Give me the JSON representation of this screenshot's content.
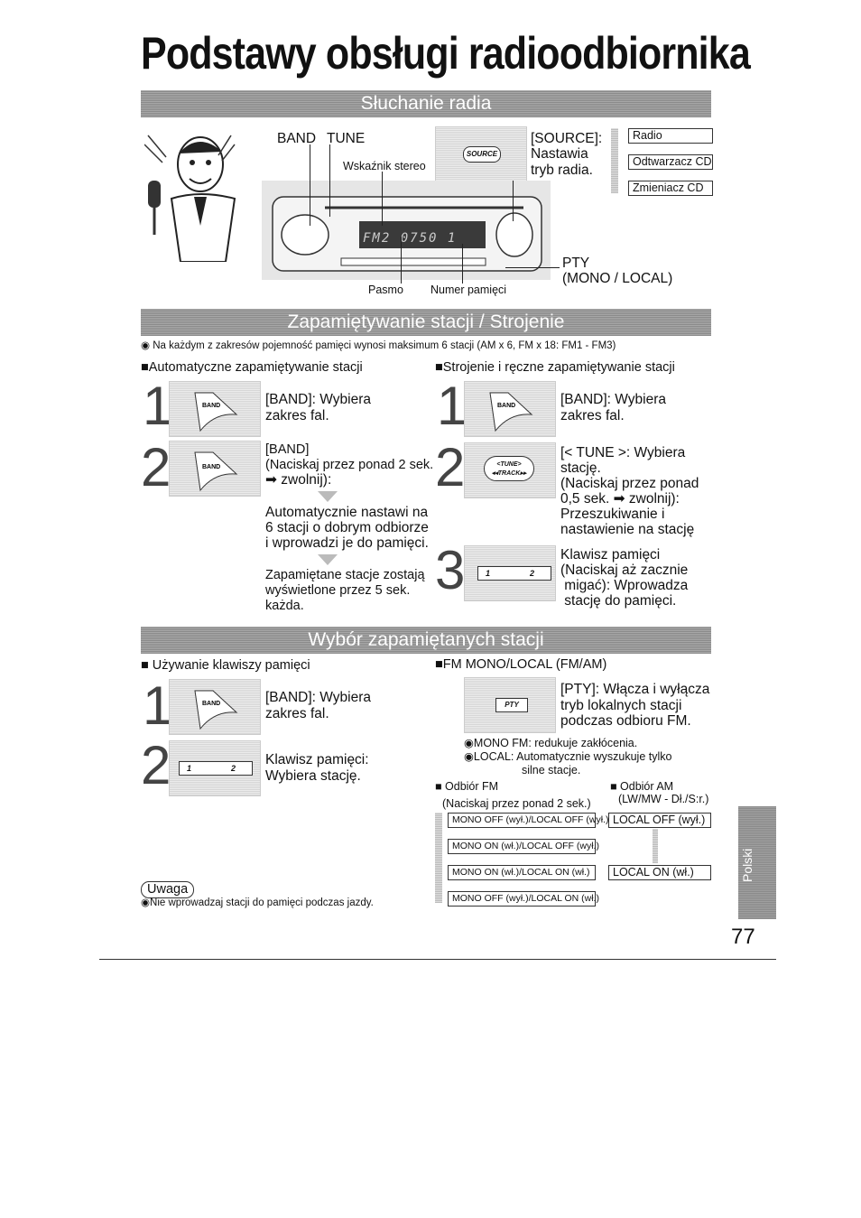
{
  "page": {
    "title": "Podstawy obsługi radioodbiornika",
    "page_number": "77",
    "side_tab": "Polski"
  },
  "s1": {
    "heading": "Słuchanie radia",
    "band": "BAND",
    "tune": "TUNE",
    "stereo": "Wskaźnik stereo",
    "source_btn": "SOURCE",
    "source_label": "[SOURCE]:",
    "source_desc1": "Nastawia",
    "source_desc2": "tryb radia.",
    "modes": [
      "Radio",
      "Odtwarzacz CD",
      "Zmieniacz CD"
    ],
    "display": "FM2  0750  1",
    "pty": "PTY",
    "mono_local": "(MONO / LOCAL)",
    "pasmo": "Pasmo",
    "numer": "Numer pamięci"
  },
  "s2": {
    "heading": "Zapamiętywanie stacji / Strojenie",
    "note": "Na każdym z zakresów pojemność pamięci wynosi maksimum 6 stacji (AM x 6, FM x 18: FM1 - FM3)",
    "left_title": "■Automatyczne zapamiętywanie stacji",
    "right_title": "■Strojenie i ręczne zapamiętywanie stacji",
    "band_btn": "BAND",
    "tune_btn_top": "<TUNE>",
    "tune_btn_bottom": "◂◂TRACK▸▸",
    "l1": [
      "[BAND]: Wybiera",
      "zakres fal."
    ],
    "l2": [
      "[BAND]",
      "(Naciskaj przez ponad 2 sek.",
      "➡ zwolnij):"
    ],
    "l2b": [
      "Automatycznie nastawi na",
      "6 stacji o dobrym odbiorze",
      "i wprowadzi je do pamięci."
    ],
    "l2c": [
      "Zapamiętane stacje zostają",
      "wyświetlone przez 5 sek.",
      "każda."
    ],
    "r1": [
      "[BAND]: Wybiera",
      "zakres fal."
    ],
    "r2": [
      "[< TUNE >: Wybiera",
      "stację.",
      "(Naciskaj przez ponad",
      "0,5 sek. ➡ zwolnij):",
      "Przeszukiwanie i",
      "nastawienie na stację"
    ],
    "r3": [
      "Klawisz pamięci",
      "(Naciskaj aż zacznie",
      " migać): Wprowadza",
      " stację do pamięci."
    ],
    "num1": "1",
    "num2": "2",
    "num3": "3",
    "mem1": "1",
    "mem2": "2"
  },
  "s3": {
    "heading": "Wybór zapamiętanych stacji",
    "left_title": "■ Używanie klawiszy pamięci",
    "right_title": "■FM MONO/LOCAL (FM/AM)",
    "l1": [
      "[BAND]: Wybiera",
      "zakres fal."
    ],
    "l2": [
      "Klawisz pamięci:",
      "Wybiera stację."
    ],
    "pty_btn": "PTY",
    "pty_desc": [
      "[PTY]: Włącza i wyłącza",
      "tryb lokalnych stacji",
      "podczas odbioru FM."
    ],
    "mono_note": "MONO FM: redukuje zakłócenia.",
    "local_note1": "LOCAL: Automatycznie wyszukuje tylko",
    "local_note2": "silne stacje.",
    "fm_title": "■ Odbiór FM",
    "fm_sub": "(Naciskaj przez ponad 2 sek.)",
    "am_title": "■ Odbiór AM",
    "am_sub": "(LW/MW - Dł./S:r.)",
    "fm_states": [
      "MONO OFF (wył.)/LOCAL OFF (wył.)",
      "MONO ON (wł.)/LOCAL OFF (wył.)",
      "MONO ON (wł.)/LOCAL ON (wł.)",
      "MONO OFF (wył.)/LOCAL ON (wł.)"
    ],
    "am_states": [
      "LOCAL OFF (wył.)",
      "LOCAL ON (wł.)"
    ],
    "uwaga": "Uwaga",
    "uwaga_note": "Nie wprowadzaj stacji do pamięci podczas jazdy."
  },
  "colors": {
    "band_bg": "#9a9a9a",
    "text": "#111111",
    "display_bg": "#3a3a3a"
  }
}
